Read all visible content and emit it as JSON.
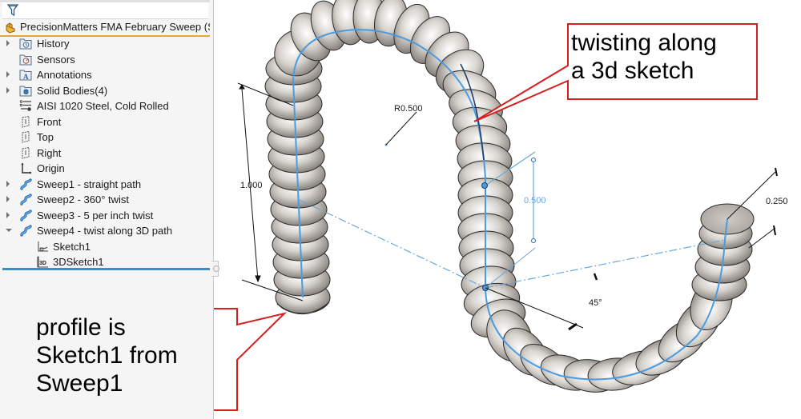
{
  "feature_tree": {
    "filter_icon": "funnel-icon",
    "part": {
      "name": "PrecisionMatters FMA February Sweep  (S",
      "icon": "part-icon"
    },
    "items": [
      {
        "label": "History",
        "icon": "history-folder-icon",
        "expandable": true,
        "expanded": false
      },
      {
        "label": "Sensors",
        "icon": "sensors-folder-icon",
        "expandable": false
      },
      {
        "label": "Annotations",
        "icon": "annotations-folder-icon",
        "expandable": true,
        "expanded": false
      },
      {
        "label": "Solid Bodies(4)",
        "icon": "solid-bodies-folder-icon",
        "expandable": true,
        "expanded": false
      },
      {
        "label": "AISI 1020 Steel, Cold Rolled",
        "icon": "material-icon",
        "expandable": false
      },
      {
        "label": "Front",
        "icon": "plane-icon",
        "expandable": false
      },
      {
        "label": "Top",
        "icon": "plane-icon",
        "expandable": false
      },
      {
        "label": "Right",
        "icon": "plane-icon",
        "expandable": false
      },
      {
        "label": "Origin",
        "icon": "origin-icon",
        "expandable": false
      },
      {
        "label": "Sweep1 - straight path",
        "icon": "sweep-icon",
        "expandable": true,
        "expanded": false
      },
      {
        "label": "Sweep2 - 360° twist",
        "icon": "sweep-icon",
        "expandable": true,
        "expanded": false
      },
      {
        "label": "Sweep3 - 5 per inch twist",
        "icon": "sweep-icon",
        "expandable": true,
        "expanded": false
      },
      {
        "label": "Sweep4 - twist along 3D path",
        "icon": "sweep-icon",
        "expandable": true,
        "expanded": true
      },
      {
        "label": "Sketch1",
        "icon": "sketch-icon",
        "child": true
      },
      {
        "label": "3DSketch1",
        "icon": "3d-sketch-icon",
        "child": true
      }
    ]
  },
  "viewport": {
    "dimensions": {
      "radius": "R0.500",
      "length": "1.000",
      "pitch": "0.500",
      "diameter": "0.250",
      "angle": "45°"
    },
    "colors": {
      "tube": "#c9c5bf",
      "path": "#4a9be0",
      "callout_border": "#d42020"
    }
  },
  "callouts": {
    "top": {
      "line1": "twisting along",
      "line2": "a 3d sketch"
    },
    "bottom": {
      "line1": "profile is",
      "line2": "Sketch1 from",
      "line3": "Sweep1"
    }
  }
}
